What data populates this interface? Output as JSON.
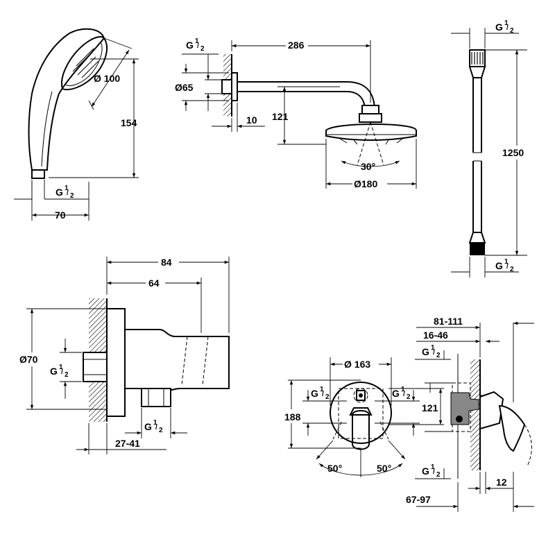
{
  "hand_shower": {
    "dim_diameter": "Ø 100",
    "dim_length": "154",
    "dim_width": "70",
    "thread": {
      "base": "G",
      "num": "1",
      "den": "2"
    }
  },
  "shower_arm": {
    "dim_length": "286",
    "dim_flange": "Ø65",
    "dim_offset": "10",
    "dim_drop": "121",
    "dim_head": "Ø180",
    "dim_angle": "30°",
    "thread": {
      "base": "G",
      "num": "1",
      "den": "2"
    }
  },
  "hose": {
    "dim_length": "1250",
    "thread_top": {
      "base": "G",
      "num": "1",
      "den": "2"
    },
    "thread_bottom": {
      "base": "G",
      "num": "1",
      "den": "2"
    }
  },
  "wall_outlet": {
    "dim_total": "84",
    "dim_inner": "64",
    "dim_diameter": "Ø70",
    "dim_depth": "27-41",
    "thread_side": {
      "base": "G",
      "num": "1",
      "den": "2"
    },
    "thread_bottom": {
      "base": "G",
      "num": "1",
      "den": "2"
    }
  },
  "mixer_front": {
    "dim_diameter": "Ø 163",
    "dim_height": "188",
    "dim_offset": "121",
    "angle_left": "50°",
    "angle_right": "50°",
    "thread_left": {
      "base": "G",
      "num": "1",
      "den": "2"
    },
    "thread_right": {
      "base": "G",
      "num": "1",
      "den": "2"
    }
  },
  "mixer_side": {
    "dim_range_top": "81-111",
    "dim_range_mid": "16-46",
    "dim_range_bottom": "67-97",
    "dim_depth": "12",
    "thread_top": {
      "base": "G",
      "num": "1",
      "den": "2"
    },
    "thread_bottom": {
      "base": "G",
      "num": "1",
      "den": "2"
    }
  }
}
